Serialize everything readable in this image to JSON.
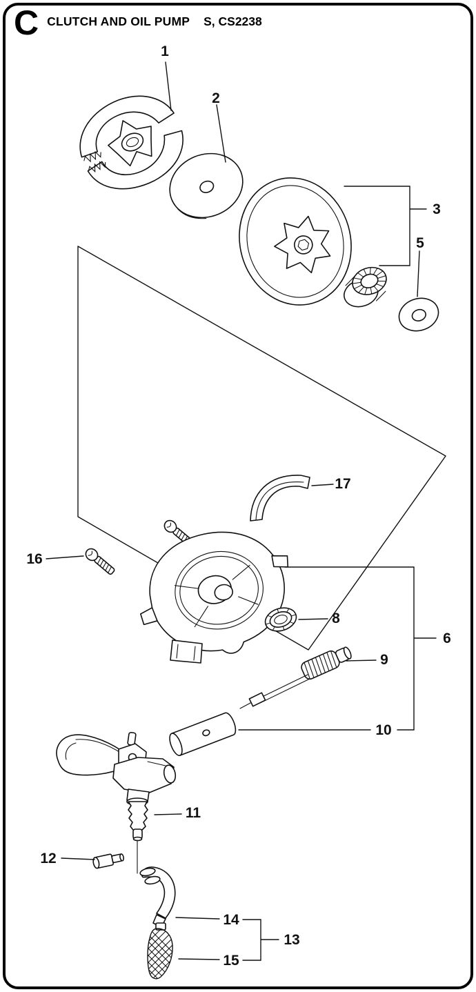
{
  "header": {
    "section_letter": "C",
    "title": "CLUTCH AND OIL PUMP",
    "models": "S, CS2238"
  },
  "callouts": {
    "c1": "1",
    "c2": "2",
    "c3": "3",
    "c5": "5",
    "c6": "6",
    "c8": "8",
    "c9": "9",
    "c10": "10",
    "c11": "11",
    "c12": "12",
    "c13": "13",
    "c14": "14",
    "c15": "15",
    "c16": "16",
    "c17": "17"
  },
  "colors": {
    "ink": "#111111",
    "background": "#ffffff"
  }
}
